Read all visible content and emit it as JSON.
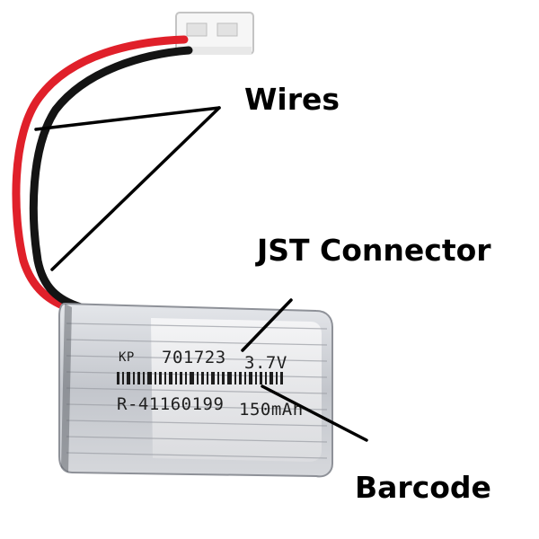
{
  "labels": {
    "wires": "Wires",
    "jst_connector": "JST Connector",
    "barcode": "Barcode"
  },
  "battery_print": {
    "brand": "KP",
    "model": "701723",
    "voltage": "3.7V",
    "serial": "R-41160199",
    "capacity": "150mAh"
  },
  "colors": {
    "wire_red": "#e0202a",
    "wire_black": "#141414",
    "connector": "#f4f4f4",
    "battery_wrap": "#c9ccd2",
    "label_text": "#000000"
  }
}
